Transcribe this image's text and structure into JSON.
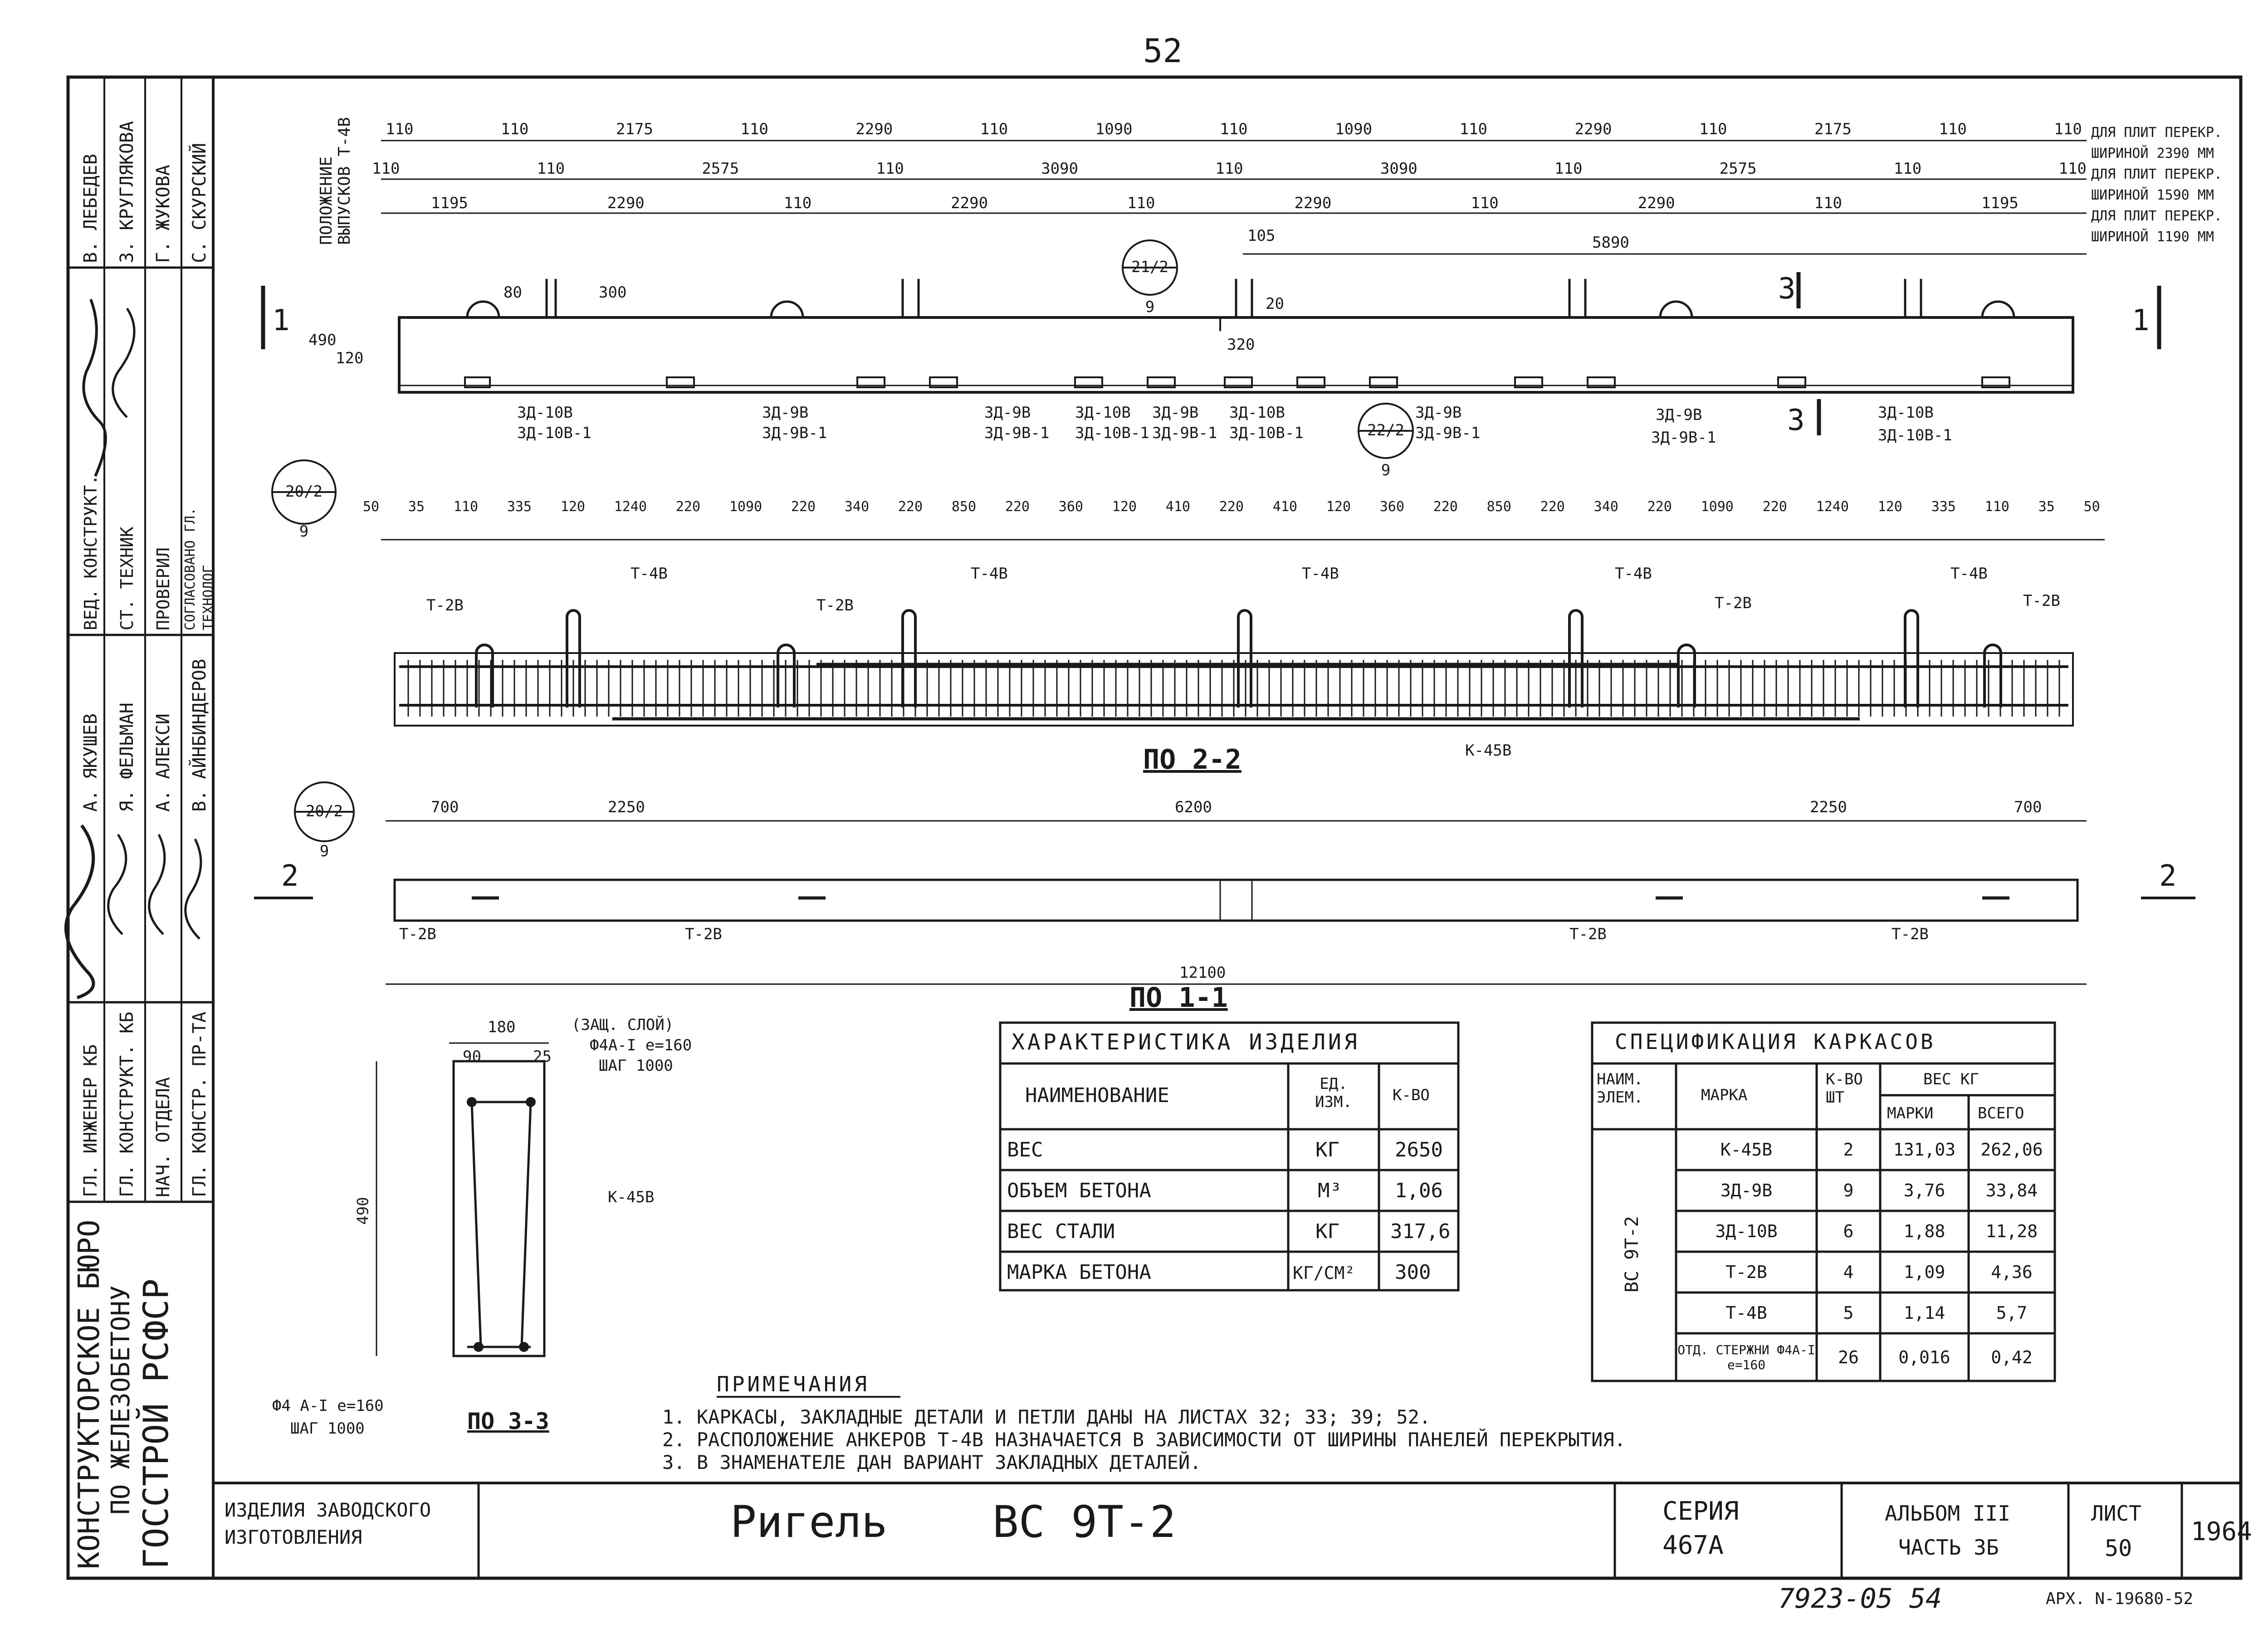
{
  "page_number": "52",
  "title_block": {
    "org": [
      "КОНСТРУКТОРСКОЕ БЮРО",
      "ПО ЖЕЛЕЗОБЕТОНУ",
      "ГОССТРОЙ РСФСР"
    ],
    "product_type": [
      "ИЗДЕЛИЯ ЗАВОДСКОГО",
      "ИЗГОТОВЛЕНИЯ"
    ],
    "title": "Ригель    ВС 9Т-2",
    "series_label": "СЕРИЯ",
    "series": "467А",
    "album_label": "АЛЬБОМ III",
    "album_part": "ЧАСТЬ 3Б",
    "sheet_label": "ЛИСТ",
    "sheet": "50",
    "year": "1964",
    "archive_number": "7923-05 54",
    "archive_ref": "АРХ. N-19680-52"
  },
  "approvals": [
    {
      "role": "ГЛ. ИНЖЕНЕР КБ",
      "name": "А. ЯКУШЕВ"
    },
    {
      "role": "ГЛ. КОНСТРУКТ. КБ",
      "name": "Я. ФЕЛЬМАН"
    },
    {
      "role": "НАЧ. ОТДЕЛА",
      "name": "А. АЛЕКСИ"
    },
    {
      "role": "ГЛ. КОНСТР. ПР-ТА",
      "name": "В. АЙНБИНДЕРОВ"
    },
    {
      "role": "ВЕД. КОНСТРУКТ.",
      "name": "В. ЛЕБЕДЕВ"
    },
    {
      "role": "СТ. ТЕХНИК",
      "name": "З. КРУГЛЯКОВА"
    },
    {
      "role": "ПРОВЕРИЛ",
      "name": "Г. ЖУКОВА"
    },
    {
      "role": "СОГЛАСОВАНО ГЛ. ТЕХНОЛОГ",
      "name": "С. СКУРСКИЙ"
    }
  ],
  "top_view": {
    "side_label": "ПОЛОЖЕНИЕ ВЫПУСКОВ Т-4В",
    "width_notes": [
      "ДЛЯ ПЛИТ ПЕРЕКР. ШИРИНОЙ 2390 ММ",
      "ДЛЯ ПЛИТ ПЕРЕКР. ШИРИНОЙ 1590 ММ",
      "ДЛЯ ПЛИТ ПЕРЕКР. ШИРИНОЙ 1190 ММ"
    ],
    "dim_row1": [
      "110",
      "110",
      "2175",
      "110",
      "2290",
      "110",
      "1090",
      "110",
      "1090",
      "110",
      "2290",
      "110",
      "2175",
      "110",
      "110"
    ],
    "dim_row2": [
      "110",
      "110",
      "2575",
      "110",
      "3090",
      "110",
      "3090",
      "110",
      "2575",
      "110",
      "110"
    ],
    "dim_row3": [
      "1195",
      "2290",
      "110",
      "2290",
      "110",
      "2290",
      "110",
      "2290",
      "110",
      "1195"
    ],
    "dim_extra": [
      "105",
      "5890"
    ],
    "height_dims": [
      "490",
      "120",
      "80",
      "300",
      "20",
      "320"
    ],
    "detail_refs": [
      "21/29",
      "22/29",
      "20/29"
    ],
    "section_marks": [
      "1",
      "1",
      "3",
      "3"
    ],
    "embedded_parts": [
      "ЗД-10В",
      "ЗД-10В-1",
      "ЗД-9В",
      "ЗД-9В-1",
      "ЗД-9В",
      "ЗД-9В-1",
      "ЗД-10В",
      "ЗД-10В-1",
      "ЗД-9В",
      "ЗД-9В-1",
      "ЗД-10В",
      "ЗД-10В-1",
      "ЗД-9В",
      "ЗД-9В-1",
      "ЗД-9В",
      "ЗД-9В-1",
      "ЗД-10В",
      "ЗД-10В-1"
    ],
    "bottom_dims": [
      "50",
      "35",
      "110",
      "335",
      "120",
      "1240",
      "220",
      "1090",
      "220",
      "340",
      "220",
      "850",
      "220",
      "360",
      "120",
      "410",
      "220",
      "410",
      "120",
      "360",
      "220",
      "850",
      "220",
      "340",
      "220",
      "1090",
      "220",
      "1240",
      "120",
      "335",
      "110",
      "35",
      "50"
    ]
  },
  "cage_view": {
    "labels": [
      "Т-2В",
      "Т-4В",
      "Т-2В",
      "Т-4В",
      "Т-4В",
      "Т-4В",
      "Т-2В",
      "Т-4В",
      "Т-2В",
      "К-45В"
    ],
    "caption": "ПО 2-2"
  },
  "side_view": {
    "detail_ref": "20/29",
    "section_marks": [
      "2",
      "2"
    ],
    "top_dims": [
      "700",
      "2250",
      "6200",
      "2250",
      "700"
    ],
    "labels": [
      "Т-2В",
      "Т-2В",
      "Т-2В",
      "Т-2В"
    ],
    "total": "12100",
    "caption": "ПО 1-1"
  },
  "section_3_3": {
    "dims": [
      "180",
      "90",
      "25",
      "490"
    ],
    "notes": [
      "(ЗАЩ. СЛОЙ)",
      "Ф4А-I е=160",
      "ШАГ 1000",
      "К-45В",
      "Ф4 А-I   е=160",
      "ШАГ 1000"
    ],
    "caption": "ПО 3-3"
  },
  "characteristics": {
    "title": "ХАРАКТЕРИСТИКА ИЗДЕЛИЯ",
    "headers": [
      "НАИМЕНОВАНИЕ",
      "ЕД. ИЗМ.",
      "К-ВО"
    ],
    "rows": [
      [
        "ВЕС",
        "КГ",
        "2650"
      ],
      [
        "ОБЪЕМ БЕТОНА",
        "М³",
        "1,06"
      ],
      [
        "ВЕС СТАЛИ",
        "КГ",
        "317,6"
      ],
      [
        "МАРКА БЕТОНА",
        "КГ/СМ²",
        "300"
      ]
    ]
  },
  "specification": {
    "title": "СПЕЦИФИКАЦИЯ КАРКАСОВ",
    "headers": [
      "НАИМ. ЭЛЕМ.",
      "МАРКА",
      "К-ВО ШТ",
      "ВЕС КГ",
      "МАРКИ",
      "ВСЕГО"
    ],
    "element": "ВС 9Т-2",
    "rows": [
      [
        "К-45В",
        "2",
        "131,03",
        "262,06"
      ],
      [
        "ЗД-9В",
        "9",
        "3,76",
        "33,84"
      ],
      [
        "ЗД-10В",
        "6",
        "1,88",
        "11,28"
      ],
      [
        "Т-2В",
        "4",
        "1,09",
        "4,36"
      ],
      [
        "Т-4В",
        "5",
        "1,14",
        "5,7"
      ],
      [
        "ОТД. СТЕРЖНИ Ф4А-I е=160",
        "26",
        "0,016",
        "0,42"
      ]
    ]
  },
  "notes": {
    "title": "ПРИМЕЧАНИЯ",
    "items": [
      "1. КАРКАСЫ, ЗАКЛАДНЫЕ ДЕТАЛИ И ПЕТЛИ ДАНЫ НА ЛИСТАХ 32; 33; 39; 52.",
      "2. РАСПОЛОЖЕНИЕ АНКЕРОВ Т-4В НАЗНАЧАЕТСЯ В ЗАВИСИМОСТИ ОТ ШИРИНЫ ПАНЕЛЕЙ ПЕРЕКРЫТИЯ.",
      "3. В ЗНАМЕНАТЕЛЕ ДАН ВАРИАНТ ЗАКЛАДНЫХ ДЕТАЛЕЙ."
    ]
  }
}
